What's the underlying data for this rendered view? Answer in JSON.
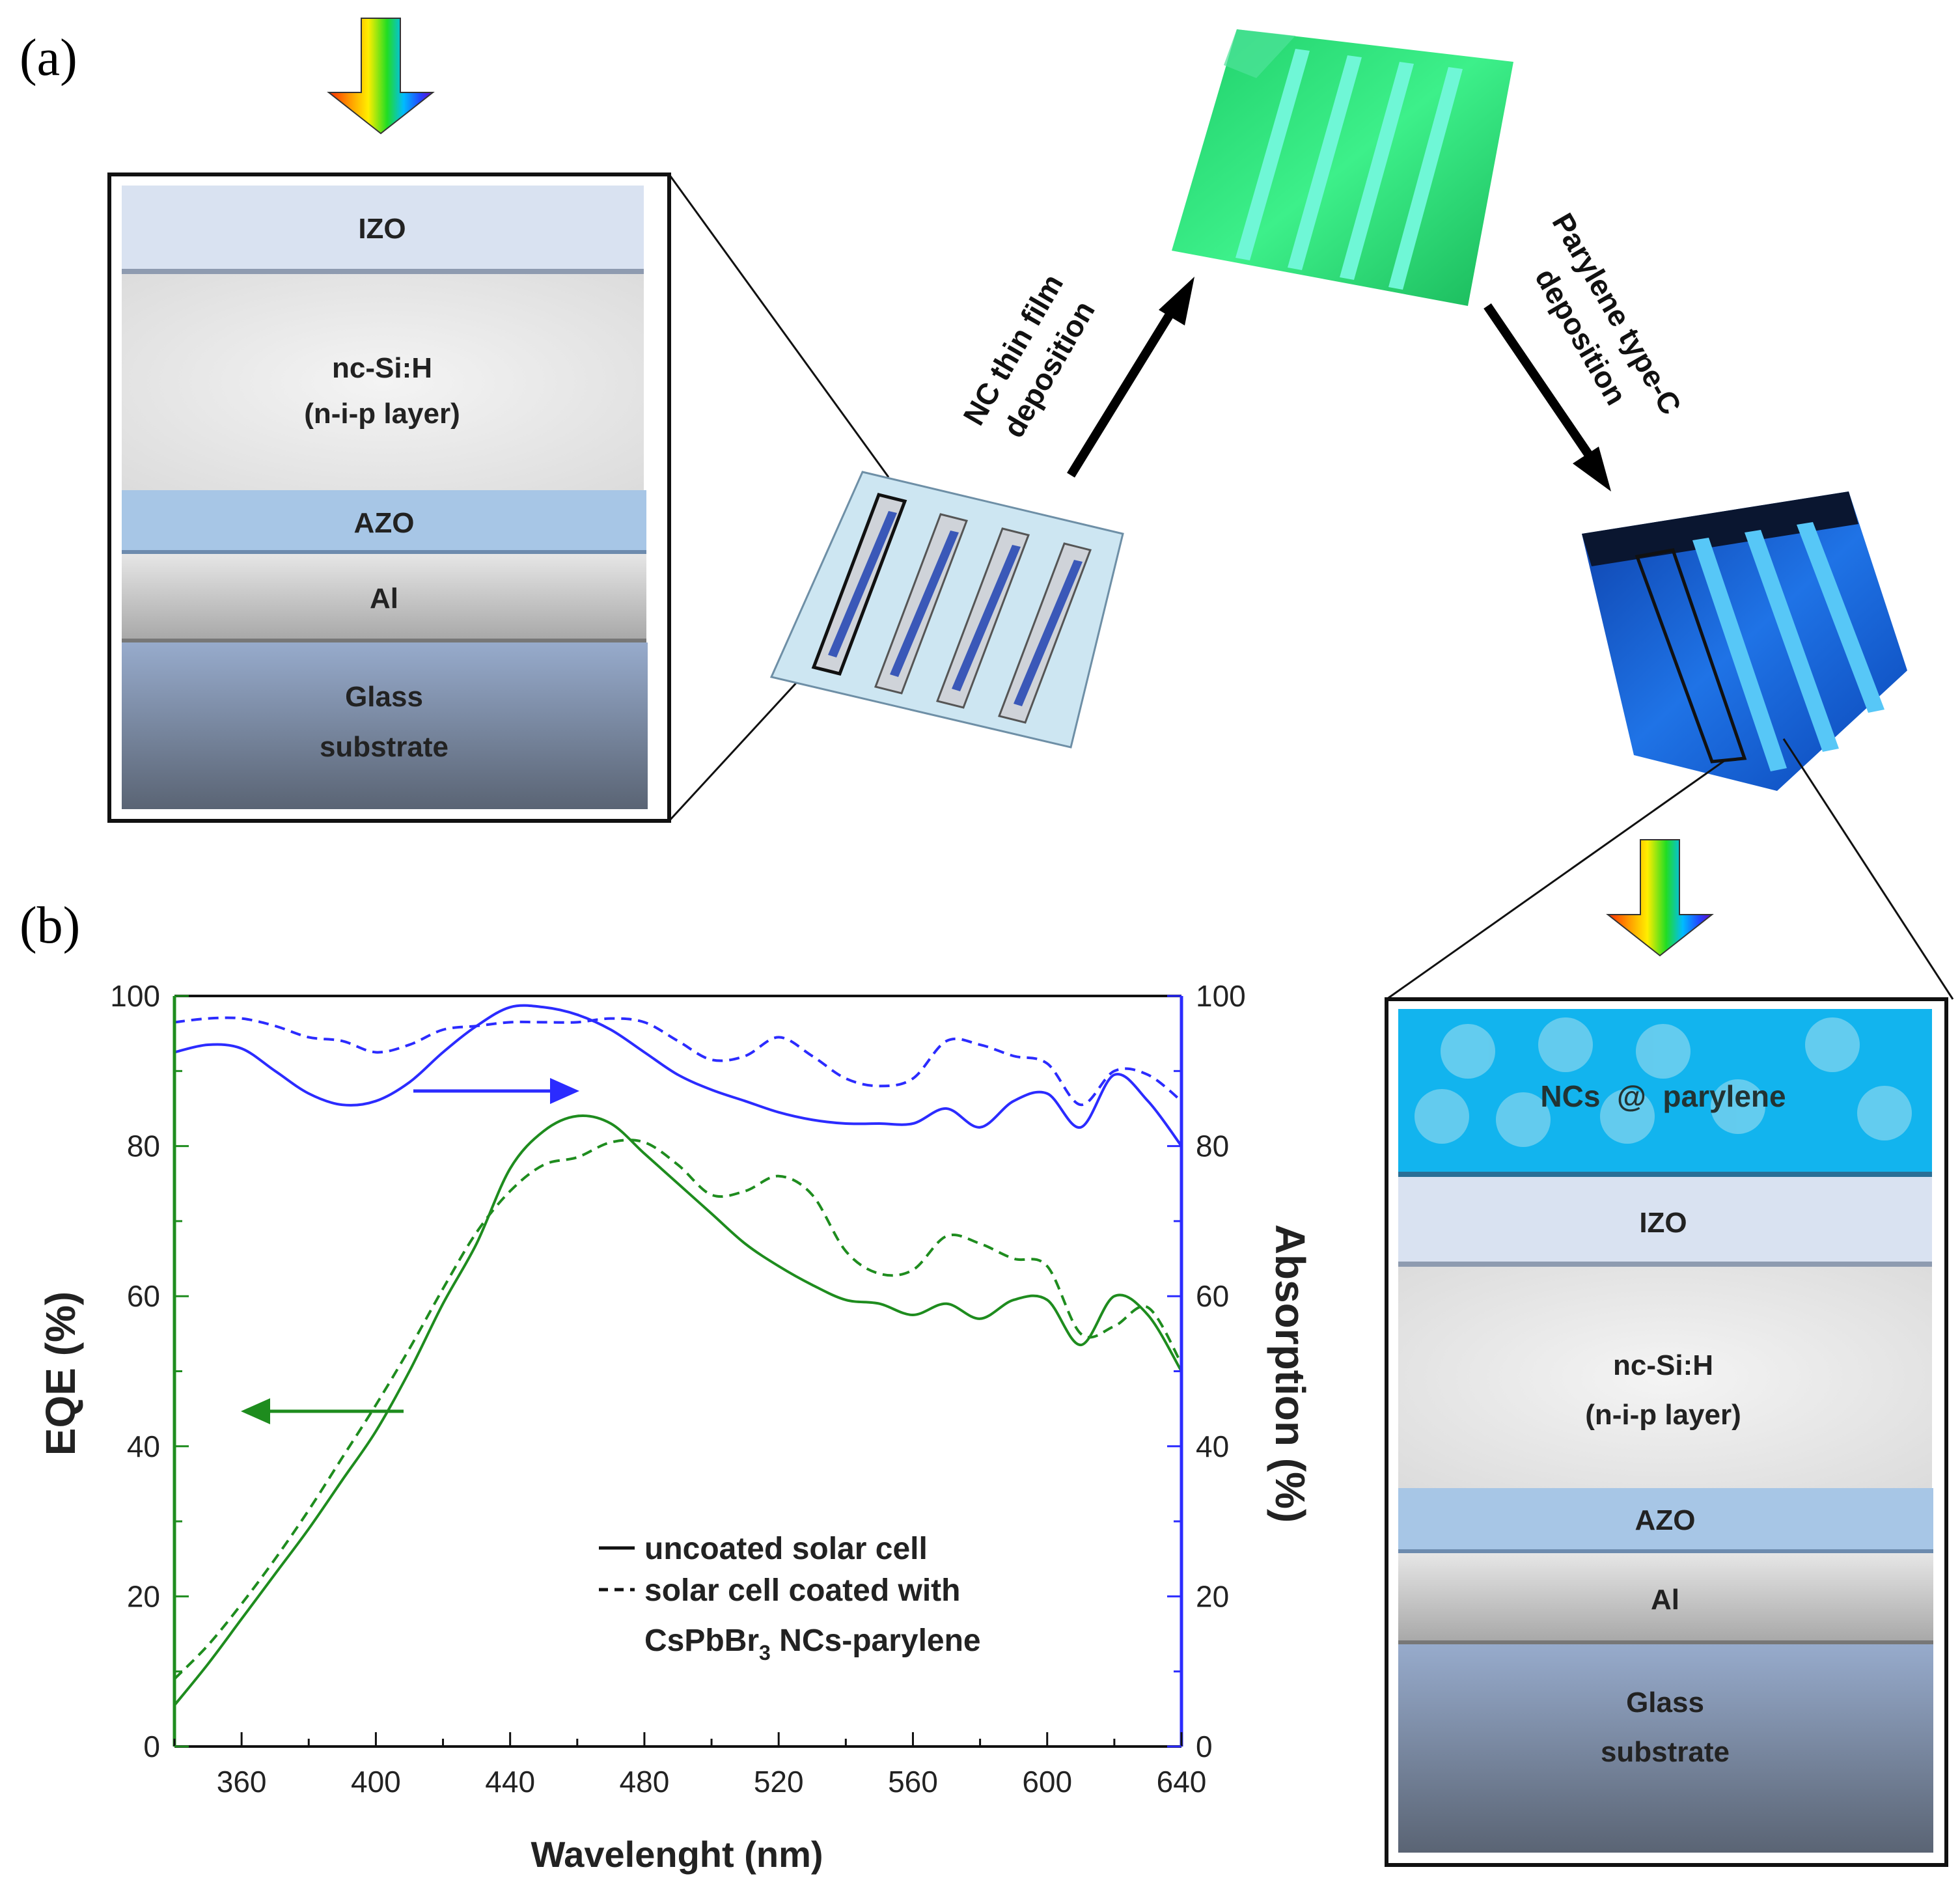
{
  "panel_labels": {
    "a": "(a)",
    "b": "(b)"
  },
  "process": {
    "step1": [
      "NC thin film",
      "deposition"
    ],
    "step2": [
      "Parylene type-C",
      "deposition"
    ]
  },
  "stack_left": {
    "izo": "IZO",
    "ncsi": [
      "nc-Si:H",
      "(n-i-p layer)"
    ],
    "azo": "AZO",
    "al": "Al",
    "glass": [
      "Glass",
      "substrate"
    ]
  },
  "stack_right": {
    "nc": "NCs  @  parylene",
    "izo": "IZO",
    "ncsi": [
      "nc-Si:H",
      "(n-i-p layer)"
    ],
    "azo": "AZO",
    "al": "Al",
    "glass": [
      "Glass",
      "substrate"
    ]
  },
  "colors": {
    "eqe": "#1e8c1e",
    "absorption": "#2b2bff",
    "izo": "#d9e2f1",
    "azo": "#a7c6e6",
    "nc_layer": "#12b4ee",
    "green_film": "#2ee87a",
    "blue_film": "#1e6ad8"
  },
  "chart_data": {
    "type": "line",
    "xlabel": "Wavelenght (nm)",
    "ylabel": "EQE (%)",
    "y2label": "Absorption (%)",
    "xlim": [
      340,
      640
    ],
    "ylim": [
      0,
      100
    ],
    "y2lim": [
      0,
      100
    ],
    "x_ticks": [
      360,
      400,
      440,
      480,
      520,
      560,
      600,
      640
    ],
    "y_ticks": [
      0,
      20,
      40,
      60,
      80,
      100
    ],
    "legend": {
      "solid": "uncoated solar cell",
      "dashed_line1": "solar cell coated with",
      "dashed_line2_pre": "CsPbBr",
      "dashed_line2_sub": "3",
      "dashed_line2_post": " NCs-parylene"
    },
    "series": [
      {
        "name": "uncoated solar cell",
        "axis": "left",
        "quantity": "EQE",
        "style": "solid",
        "x": [
          340,
          350,
          360,
          370,
          380,
          390,
          400,
          410,
          420,
          430,
          440,
          450,
          460,
          470,
          480,
          490,
          500,
          510,
          520,
          530,
          540,
          550,
          560,
          570,
          580,
          590,
          600,
          610,
          620,
          630,
          640
        ],
        "y": [
          5.5,
          11,
          17,
          23,
          29,
          35.5,
          42,
          50,
          59,
          67,
          77,
          82,
          84,
          83,
          79,
          75,
          71,
          67,
          64,
          61.5,
          59.5,
          59,
          57.5,
          59,
          57,
          59.5,
          59.5,
          53.5,
          60,
          57.5,
          50
        ]
      },
      {
        "name": "solar cell coated with CsPbBr3 NCs-parylene",
        "axis": "left",
        "quantity": "EQE",
        "style": "dashed",
        "x": [
          340,
          350,
          360,
          370,
          380,
          390,
          400,
          410,
          420,
          430,
          440,
          450,
          460,
          470,
          480,
          490,
          500,
          510,
          520,
          530,
          540,
          550,
          560,
          570,
          580,
          590,
          600,
          610,
          620,
          630,
          640
        ],
        "y": [
          9,
          13.5,
          19,
          25,
          31.5,
          38.5,
          45.5,
          53,
          61,
          68.5,
          74,
          77.5,
          78.5,
          80.5,
          80.5,
          77.5,
          73.5,
          74,
          76,
          73.5,
          66,
          63,
          63.5,
          68,
          67,
          65,
          64,
          55,
          56,
          58.5,
          51
        ]
      },
      {
        "name": "uncoated solar cell",
        "axis": "right",
        "quantity": "Absorption",
        "style": "solid",
        "x": [
          340,
          350,
          360,
          370,
          380,
          390,
          400,
          410,
          420,
          430,
          440,
          450,
          460,
          470,
          480,
          490,
          500,
          510,
          520,
          530,
          540,
          550,
          560,
          570,
          580,
          590,
          600,
          610,
          620,
          630,
          640
        ],
        "y": [
          92.5,
          93.5,
          93,
          90,
          87,
          85.5,
          86,
          88.5,
          92.5,
          96,
          98.5,
          98.5,
          97.5,
          95.5,
          92.5,
          89.5,
          87.5,
          86,
          84.5,
          83.5,
          83,
          83,
          83,
          85,
          82.5,
          86,
          87,
          82.5,
          89.5,
          86,
          80
        ]
      },
      {
        "name": "solar cell coated with CsPbBr3 NCs-parylene",
        "axis": "right",
        "quantity": "Absorption",
        "style": "dashed",
        "x": [
          340,
          350,
          360,
          370,
          380,
          390,
          400,
          410,
          420,
          430,
          440,
          450,
          460,
          470,
          480,
          490,
          500,
          510,
          520,
          530,
          540,
          550,
          560,
          570,
          580,
          590,
          600,
          610,
          620,
          630,
          640
        ],
        "y": [
          96.5,
          97,
          97,
          96,
          94.5,
          94,
          92.5,
          93.5,
          95.5,
          96,
          96.5,
          96.5,
          96.5,
          97,
          96.5,
          94,
          91.5,
          92,
          94.5,
          92,
          89,
          88,
          89,
          94,
          93.5,
          92,
          91,
          85.5,
          90,
          89.5,
          86
        ]
      }
    ],
    "annotations": [
      "arrow-left-to-EQE-axis",
      "arrow-right-to-Absorption-axis"
    ]
  }
}
